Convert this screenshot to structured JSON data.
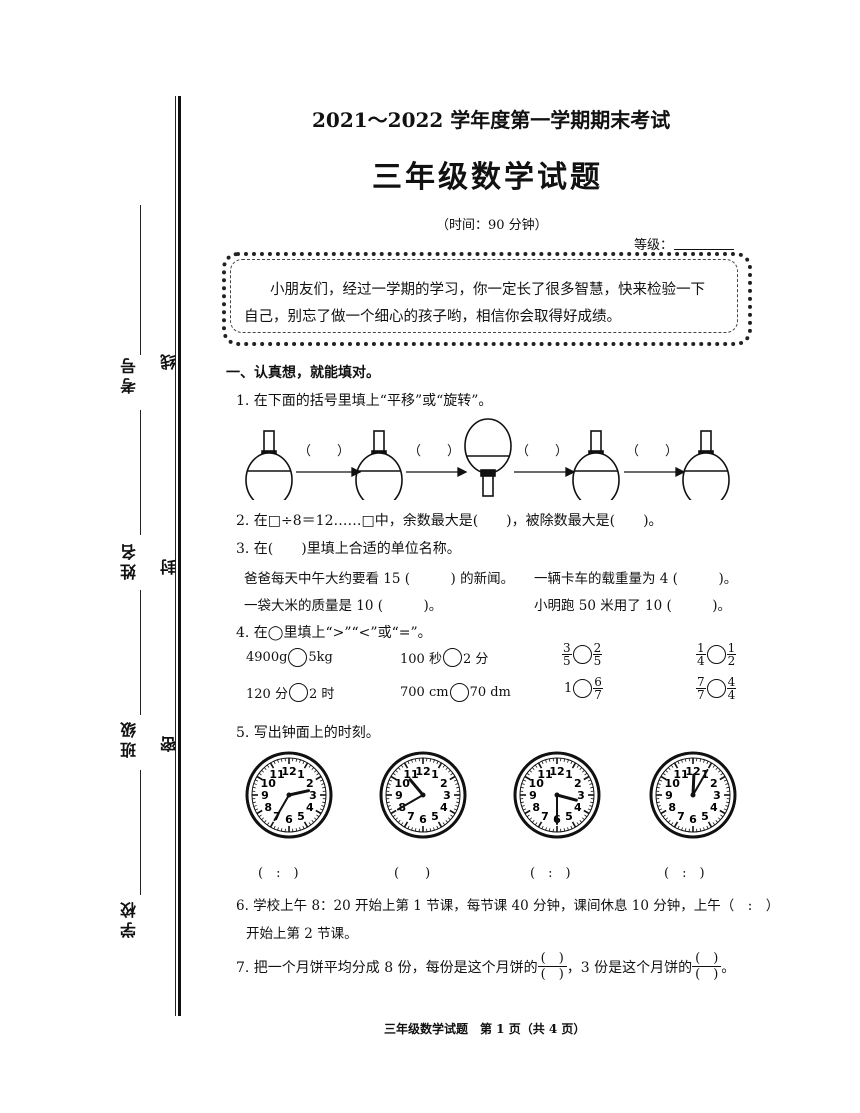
{
  "header": {
    "exam_title": "2021～2022 学年度第一学期期末考试",
    "subject_title": "三年级数学试题",
    "time_note": "（时间：90 分钟）",
    "grade_label": "等级："
  },
  "binding": {
    "exam_no": "考号",
    "name": "姓名",
    "class": "班级",
    "school": "学校",
    "seal_line": "线",
    "seal_seal": "封",
    "seal_secret": "密"
  },
  "intro": {
    "line1": "小朋友们，经过一学期的学习，你一定长了很多智慧，快来检验一下",
    "line2": "自己，别忘了做一个细心的孩子哟，相信你会取得好成绩。"
  },
  "section1": {
    "heading": "一、认真想，就能填对。",
    "q1": {
      "text": "1. 在下面的括号里填上“平移”或“旋转”。",
      "blanks": [
        "（　　）",
        "（　　）",
        "（　　）",
        "（　　）"
      ]
    },
    "q2": {
      "text": "2. 在□÷8＝12……□中，余数最大是(　　)，被除数最大是(　　)。"
    },
    "q3": {
      "text": "3. 在(　　)里填上合适的单位名称。",
      "a": "爸爸每天中午大约要看 15 (　　　) 的新闻。",
      "b": "一辆卡车的载重量为 4 (　　　)。",
      "c": "一袋大米的质量是 10 (　　　)。",
      "d": "小明跑 50 米用了 10 (　　　)。"
    },
    "q4": {
      "text": "4. 在◯里填上“>”“<”或“=”。",
      "items": {
        "a_left": "4900g",
        "a_right": "5kg",
        "b_left": "100 秒",
        "b_right": "2 分",
        "c_ln": "3",
        "c_ld": "5",
        "c_rn": "2",
        "c_rd": "5",
        "d_ln": "1",
        "d_ld": "4",
        "d_rn": "1",
        "d_rd": "2",
        "e_left": "120 分",
        "e_right": "2 时",
        "f_left": "700 cm",
        "f_right": "70 dm",
        "g_left": "1",
        "g_rn": "6",
        "g_rd": "7",
        "h_ln": "7",
        "h_ld": "7",
        "h_rn": "4",
        "h_rd": "4"
      }
    },
    "q5": {
      "text": "5. 写出钟面上的时刻。",
      "blanks": [
        "(　:　)",
        "(　　)",
        "(　:　)",
        "(　:　)"
      ],
      "clock_times": [
        {
          "hour": 2,
          "minute": 35
        },
        {
          "hour": 10,
          "minute": 40
        },
        {
          "hour": 3,
          "minute": 30
        },
        {
          "hour": 12,
          "minute": 5
        }
      ]
    },
    "q6": {
      "line1": "6. 学校上午 8：20 开始上第 1 节课，每节课 40 分钟，课间休息 10 分钟，上午（　:　）",
      "line2": "开始上第 2 节课。"
    },
    "q7": {
      "text_a": "7. 把一个月饼平均分成 8 份，每份是这个月饼的",
      "text_b": "，3 份是这个月饼的",
      "text_c": "。",
      "blank": "(　)"
    }
  },
  "footer": {
    "text": "三年级数学试题　第 1 页（共 4 页）"
  }
}
